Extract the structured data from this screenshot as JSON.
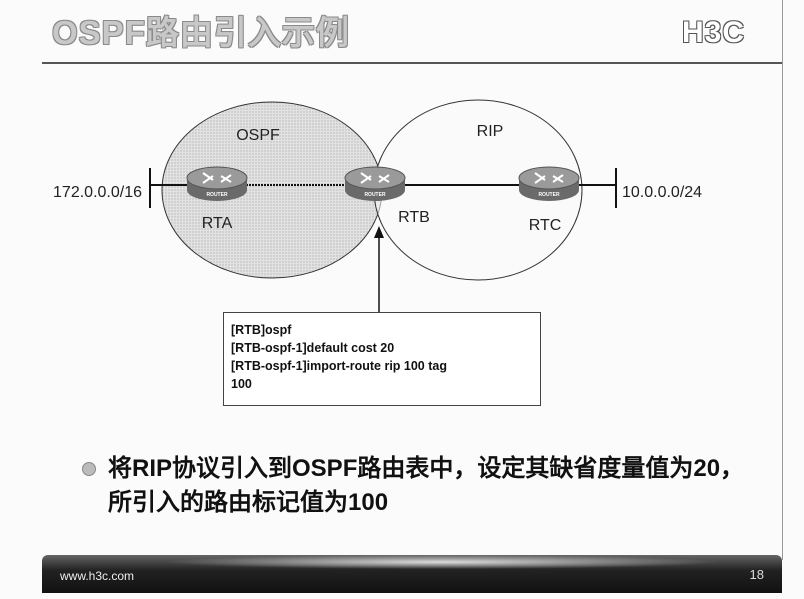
{
  "header": {
    "title": "OSPF路由引入示例",
    "logo": "H3C"
  },
  "diagram": {
    "areas": {
      "ospf": "OSPF",
      "rip": "RIP"
    },
    "networks": {
      "left": "172.0.0.0/16",
      "right": "10.0.0.0/24"
    },
    "routers": [
      {
        "name": "RTA",
        "badge": "ROUTER"
      },
      {
        "name": "RTB",
        "badge": "ROUTER"
      },
      {
        "name": "RTC",
        "badge": "ROUTER"
      }
    ]
  },
  "config_lines": [
    "[RTB]ospf",
    "[RTB-ospf-1]default cost 20",
    "[RTB-ospf-1]import-route rip 100 tag",
    "100"
  ],
  "bullet": {
    "text": "将RIP协议引入到OSPF路由表中，设定其缺省度量值为20，所引入的路由标记值为100"
  },
  "footer": {
    "url": "www.h3c.com",
    "page": "18"
  }
}
